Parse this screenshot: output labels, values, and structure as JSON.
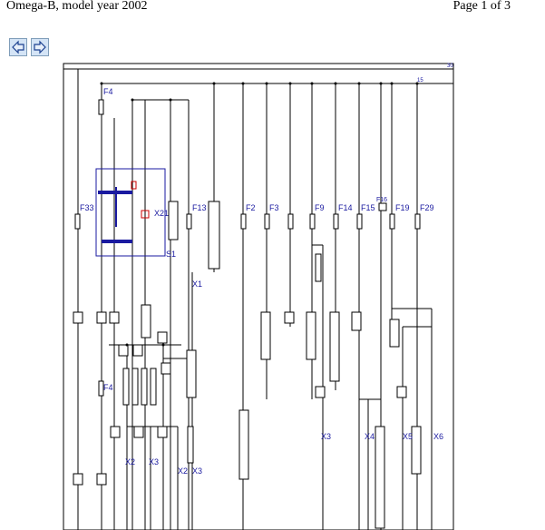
{
  "header": {
    "title": "Omega-B, model year 2002",
    "page_info": "Page 1 of 3"
  },
  "nav": {
    "back_icon": "arrow-left-icon",
    "forward_icon": "arrow-right-icon",
    "accent": "#1a1aa0",
    "button_bg": "#d4e4f6"
  },
  "diagram": {
    "fuses": {
      "fa": "F4",
      "f33": "F33",
      "f13": "F13",
      "f2": "F2",
      "f3": "F3",
      "f9": "F9",
      "f14": "F14",
      "f15": "F15",
      "f16": "F16",
      "f19": "F19",
      "f29": "F29",
      "f4b": "F4"
    },
    "switch_label": "S1",
    "relay_label": "X21",
    "connectors": {
      "x1": "X1",
      "x2": "X2",
      "x3": "X3",
      "x2b": "X2",
      "x3b": "X3",
      "x3c": "X3",
      "x4": "X4",
      "x5": "X5",
      "x6": "X6"
    },
    "rails": {
      "r30": "30",
      "r15": "15"
    }
  }
}
